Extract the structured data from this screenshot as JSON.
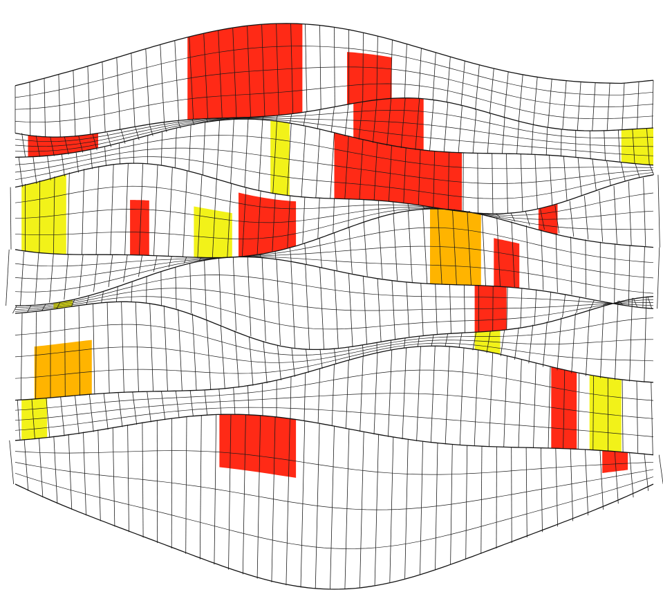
{
  "colors": {
    "background": "#ffffff",
    "mesh_line": "#1a1a1a",
    "highlight_high": "#ff2a16",
    "highlight_mid": "#ffb400",
    "highlight_low": "#f2f219"
  },
  "legend": {
    "high": "red",
    "mid": "orange",
    "low": "yellow"
  },
  "mesh": {
    "bands": 8,
    "columns": 44,
    "rows_per_band": 4
  }
}
